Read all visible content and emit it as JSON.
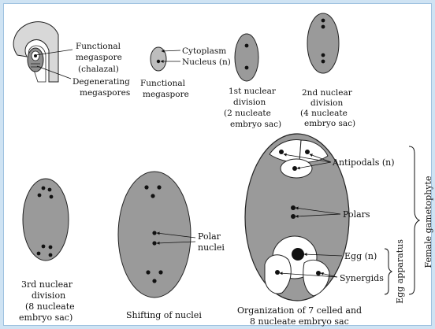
{
  "labels": {
    "ovule_functional_1": "Functional",
    "ovule_functional_2": "megaspore",
    "ovule_functional_3": "(chalazal)",
    "degenerating_1": "Degenerating",
    "degenerating_2": "megaspores",
    "cytoplasm": "Cytoplasm",
    "nucleus": "Nucleus (n)",
    "functional_1": "Functional",
    "functional_2": "megaspore",
    "first_1": "1st nuclear",
    "first_2": "division",
    "first_3": "(2 nucleate",
    "first_4": "embryo sac)",
    "second_1": "2nd nuclear",
    "second_2": "division",
    "second_3": "(4 nucleate",
    "second_4": "embryo sac)",
    "third_1": "3rd nuclear",
    "third_2": "division",
    "third_3": "(8 nucleate",
    "third_4": "embryo sac)",
    "polar_1": "Polar",
    "polar_2": "nuclei",
    "shifting": "Shifting of nuclei",
    "antipodals": "Antipodals (n)",
    "polars": "Polars",
    "egg": "Egg (n)",
    "synergids": "Synergids",
    "org_1": "Organization of 7 celled and",
    "org_2": "8 nucleate embryo sac",
    "female_gametophyte": "Female gametophyte",
    "egg_apparatus": "Egg apparatus"
  },
  "colors": {
    "frame_outer": "#cfe3f3",
    "frame_inner": "#9fc2e0",
    "cell_fill": "#9a9a9a",
    "nucleus": "#111111"
  }
}
